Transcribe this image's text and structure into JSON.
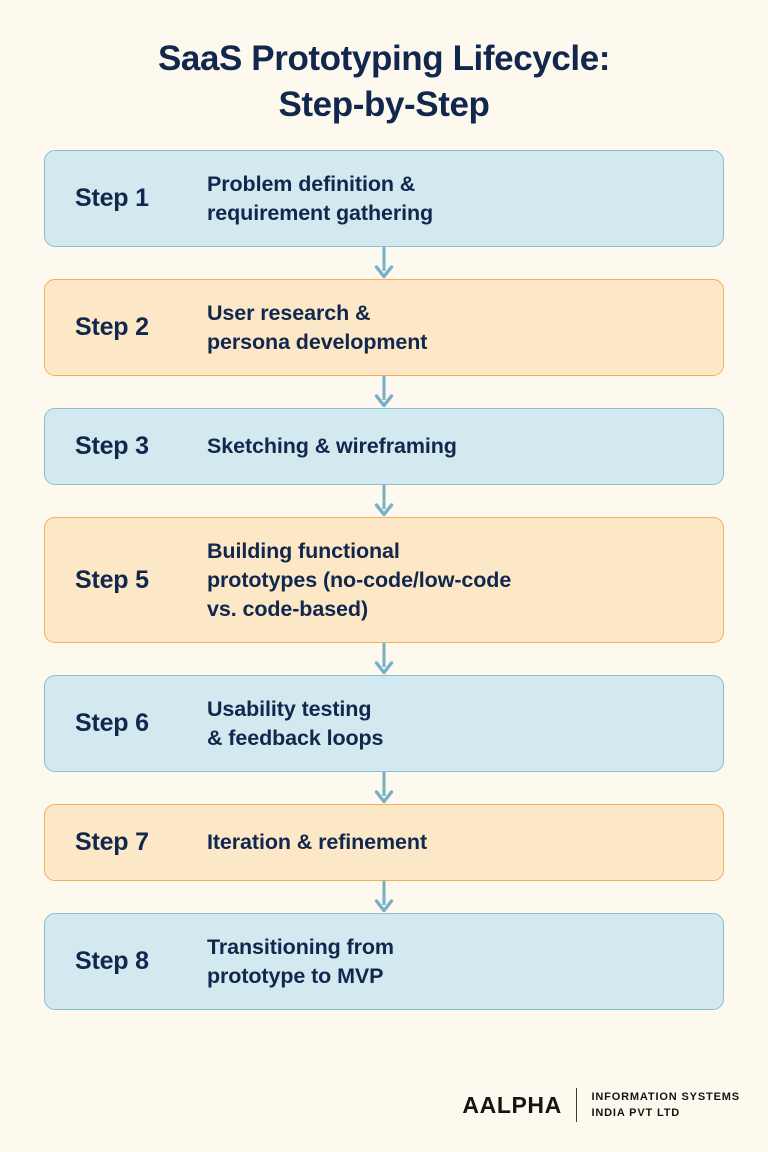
{
  "title": {
    "line1": "SaaS Prototyping Lifecycle:",
    "line2": "Step-by-Step"
  },
  "colors": {
    "background": "#fdf9ef",
    "text_navy": "#11274d",
    "blue_fill": "#d2e9f0",
    "blue_border": "#8cbdd2",
    "orange_fill": "#fce7c6",
    "orange_border": "#f2ae5e",
    "arrow": "#77b0c9",
    "logo_text": "#15150f"
  },
  "steps": [
    {
      "label": "Step 1",
      "lines": [
        "Problem definition &",
        "requirement gathering"
      ],
      "theme": "blue"
    },
    {
      "label": "Step 2",
      "lines": [
        "User research &",
        "persona development"
      ],
      "theme": "orange"
    },
    {
      "label": "Step 3",
      "lines": [
        "Sketching & wireframing"
      ],
      "theme": "blue"
    },
    {
      "label": "Step 5",
      "lines": [
        "Building functional",
        "prototypes (no-code/low-code",
        "vs. code-based)"
      ],
      "theme": "orange"
    },
    {
      "label": "Step 6",
      "lines": [
        "Usability testing",
        "& feedback loops"
      ],
      "theme": "blue"
    },
    {
      "label": "Step 7",
      "lines": [
        "Iteration & refinement"
      ],
      "theme": "orange"
    },
    {
      "label": "Step 8",
      "lines": [
        "Transitioning from",
        "prototype to MVP"
      ],
      "theme": "blue"
    }
  ],
  "footer": {
    "brand": "AALPHA",
    "tagline_line1": "INFORMATION SYSTEMS",
    "tagline_line2": "INDIA PVT LTD"
  }
}
